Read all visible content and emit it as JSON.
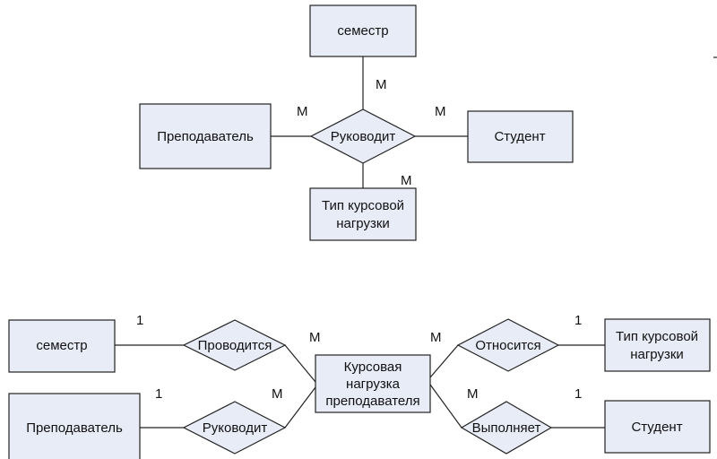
{
  "diagram1": {
    "entities": {
      "semester": "семестр",
      "teacher": "Преподаватель",
      "student": "Студент",
      "type_line1": "Тип курсовой",
      "type_line2": "нагрузки"
    },
    "relation": "Руководит",
    "cardinalities": {
      "top": "M",
      "left": "M",
      "right": "M",
      "bottom": "M"
    }
  },
  "diagram2": {
    "entities": {
      "semester": "семестр",
      "teacher": "Преподаватель",
      "load_line1": "Курсовая",
      "load_line2": "нагрузка",
      "load_line3": "преподавателя",
      "type_line1": "Тип курсовой",
      "type_line2": "нагрузки",
      "student": "Студент"
    },
    "relations": {
      "conducted": "Проводится",
      "supervises": "Руководит",
      "relates": "Относится",
      "performs": "Выполняет"
    },
    "cardinalities": {
      "semester_one": "1",
      "conducted_many": "M",
      "teacher_one": "1",
      "supervises_many": "M",
      "relates_many": "M",
      "type_one": "1",
      "performs_many": "M",
      "student_one": "1"
    }
  },
  "colors": {
    "fill": "#e8ecf7",
    "stroke": "#222222"
  }
}
